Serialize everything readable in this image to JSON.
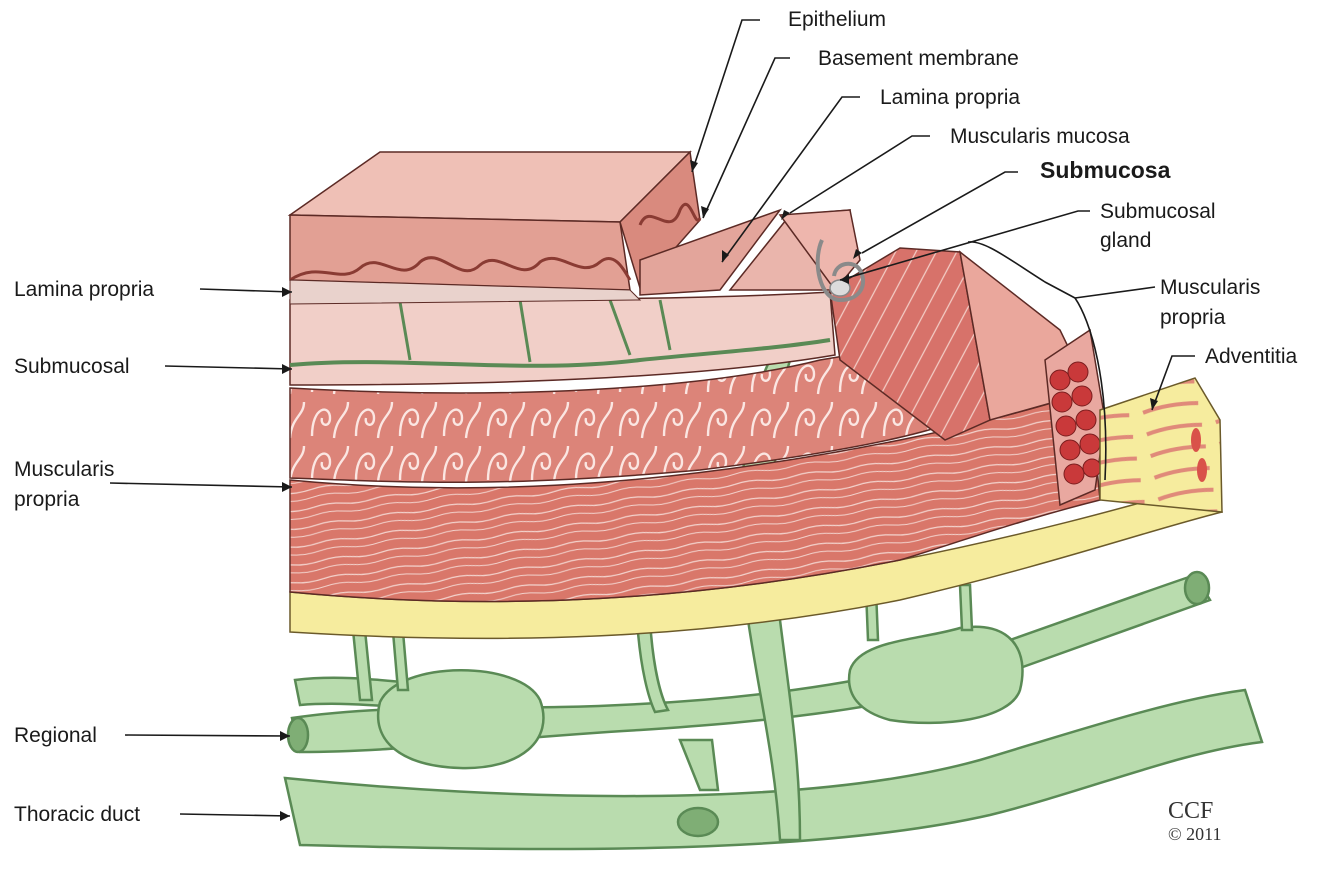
{
  "labels": {
    "epithelium": "Epithelium",
    "basement_membrane": "Basement membrane",
    "lamina_propria_top": "Lamina propria",
    "muscularis_mucosa": "Muscularis mucosa",
    "submucosa": "Submucosa",
    "submucosal_gland_1": "Submucosal",
    "submucosal_gland_2": "gland",
    "muscularis_propria_right_1": "Muscularis",
    "muscularis_propria_right_2": "propria",
    "adventitia": "Adventitia",
    "lamina_propria_left": "Lamina propria",
    "submucosal_left": "Submucosal",
    "muscularis_propria_left_1": "Muscularis",
    "muscularis_propria_left_2": "propria",
    "regional": "Regional",
    "thoracic_duct": "Thoracic duct"
  },
  "credit": {
    "mark": "CCF",
    "copyright": "© 2011"
  },
  "colors": {
    "epithelium": "#e8b4ab",
    "muscle": "#d9776a",
    "submucosa": "#f1cfc8",
    "adventitia": "#f6ec9e",
    "lymph": "#b9dcae",
    "lymph_stroke": "#5a8a55"
  }
}
